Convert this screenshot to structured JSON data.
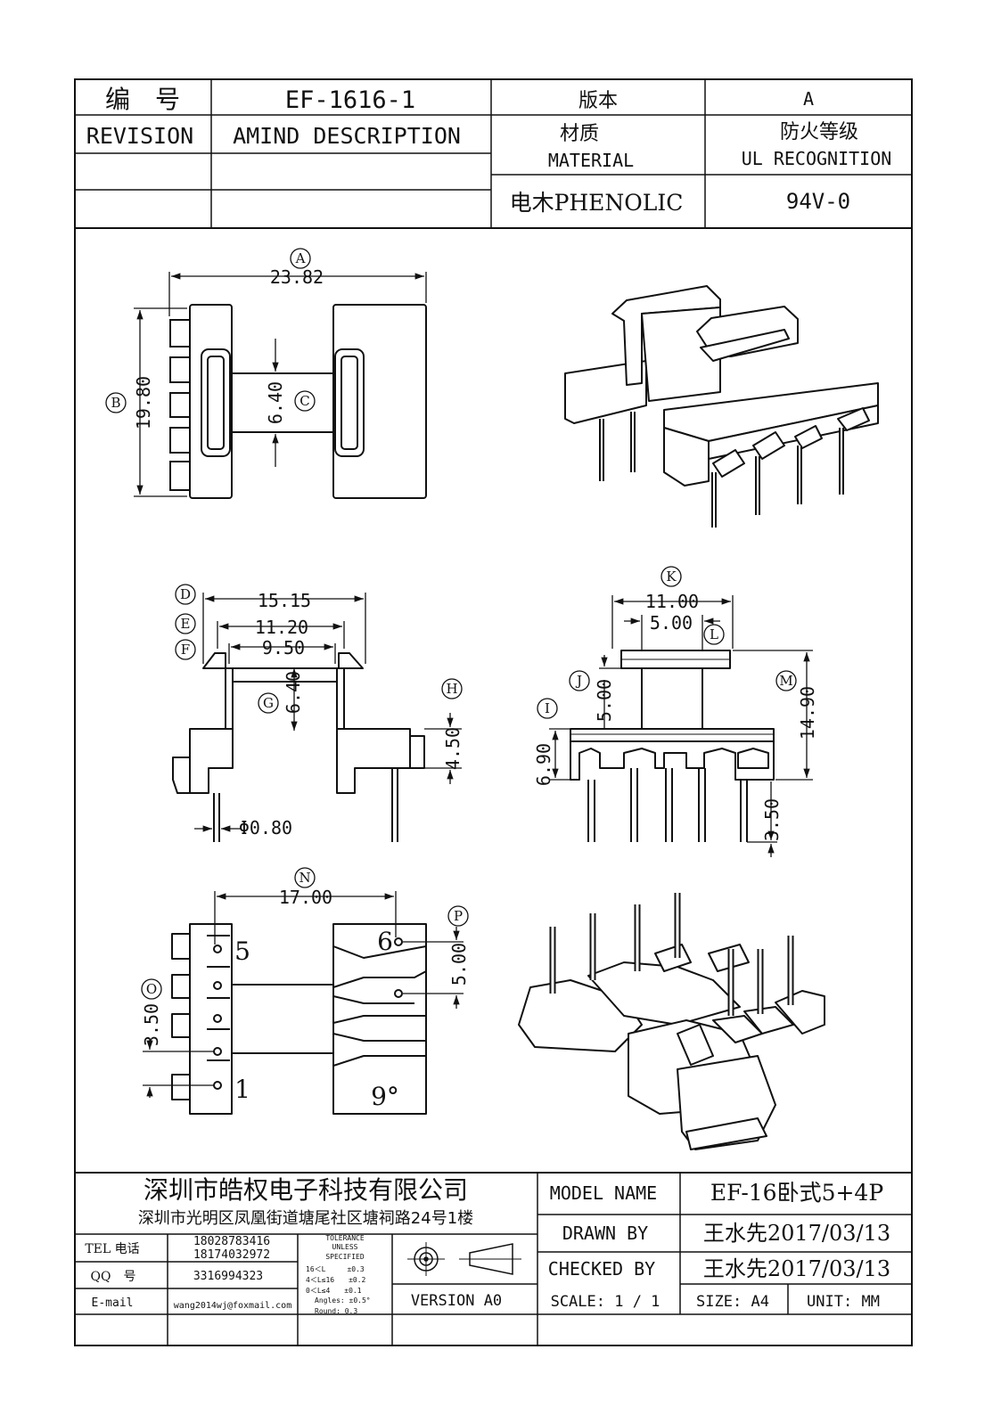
{
  "header": {
    "part_number_label": "编　号",
    "part_number": "EF-1616-1",
    "version_label": "版本",
    "version": "A",
    "revision_label": "REVISION",
    "amind_label": "AMIND DESCRIPTION",
    "material_label_cn": "材质",
    "material_label_en": "MATERIAL",
    "material": "电木PHENOLIC",
    "ul_label_cn": "防火等级",
    "ul_label_en": "UL RECOGNITION",
    "ul_value": "94V-0"
  },
  "views": {
    "top_view": {
      "dims": [
        {
          "tag": "A",
          "value": "23.82"
        },
        {
          "tag": "B",
          "value": "19.80"
        },
        {
          "tag": "C",
          "value": "6.40"
        }
      ]
    },
    "front_view": {
      "dims": [
        {
          "tag": "D",
          "value": "15.15"
        },
        {
          "tag": "E",
          "value": "11.20"
        },
        {
          "tag": "F",
          "value": "9.50"
        },
        {
          "tag": "G",
          "value": "6.40"
        },
        {
          "tag": "H",
          "value": "4.50"
        }
      ],
      "pin_dia": "Φ0.80"
    },
    "side_view": {
      "dims": [
        {
          "tag": "K",
          "value": "11.00"
        },
        {
          "tag": "L",
          "value": "5.00"
        },
        {
          "tag": "M",
          "value": "14.90"
        },
        {
          "tag": "J",
          "value": "5.00"
        },
        {
          "tag": "I",
          "value": "6.90"
        }
      ],
      "pin_len": "3.50"
    },
    "bottom_view": {
      "dims": [
        {
          "tag": "N",
          "value": "17.00"
        },
        {
          "tag": "O",
          "value": "3.50"
        },
        {
          "tag": "P",
          "value": "5.00"
        }
      ],
      "pins": [
        "5",
        "1",
        "6",
        "9°"
      ]
    }
  },
  "title_block": {
    "company": "深圳市皓权电子科技有限公司",
    "address": "深圳市光明区凤凰街道塘尾社区塘祠路24号1楼",
    "tel_label": "TEL 电话",
    "tel_1": "18028783416",
    "tel_2": "18174032972",
    "qq_label": "QQ　号",
    "qq": "3316994323",
    "email_label": "E-mail",
    "email": "wang2014wj@foxmail.com",
    "tolerance_lines": [
      "TOLERANCE",
      "UNLESS",
      "SPECIFIED",
      "16＜L　　　±0.3",
      "4＜L≤16　　±0.2",
      "0＜L≤4　　±0.1",
      "Angles: ±0.5°",
      "Round: 0.3"
    ],
    "version": "VERSION A0",
    "model_name_label": "MODEL NAME",
    "model_name": "EF-16卧式5+4P",
    "drawn_by_label": "DRAWN BY",
    "drawn_by": "王水先2017/03/13",
    "checked_by_label": "CHECKED BY",
    "checked_by": "王水先2017/03/13",
    "scale": "SCALE: 1 / 1",
    "size": "SIZE: A4",
    "unit": "UNIT: MM"
  }
}
